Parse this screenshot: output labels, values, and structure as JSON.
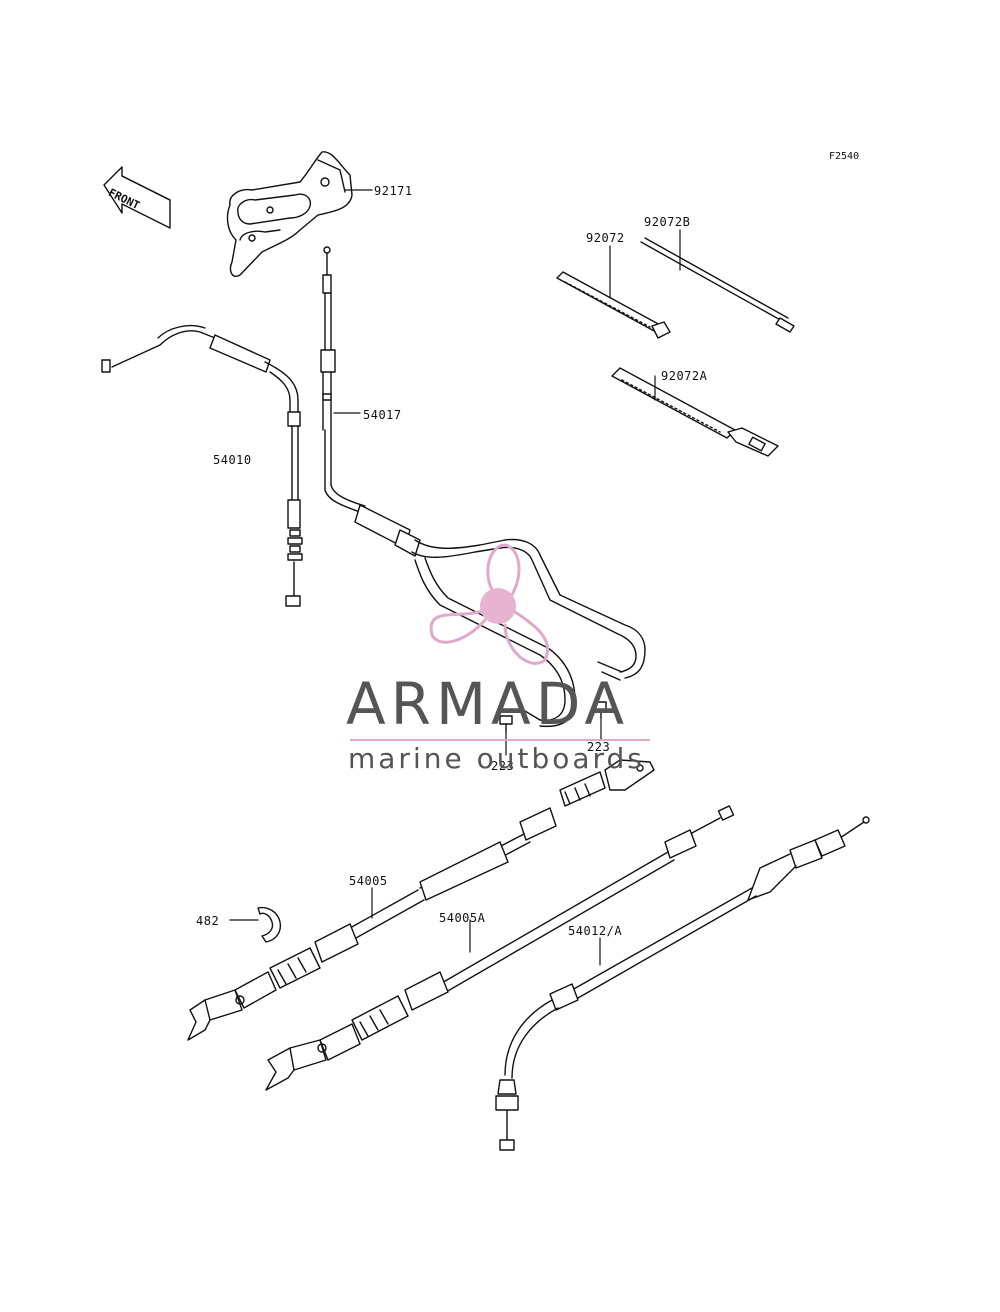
{
  "diagram_code": "F2540",
  "front_arrow_label": "FRONT",
  "parts": {
    "p92171": "92171",
    "p92072B": "92072B",
    "p92072": "92072",
    "p92072A": "92072A",
    "p54017": "54017",
    "p54010": "54010",
    "p223a": "223",
    "p223b": "223",
    "p54005": "54005",
    "p482": "482",
    "p54005A": "54005A",
    "p54012A": "54012/A"
  },
  "watermark": {
    "title": "ARMADA",
    "subtitle": "marine outboards",
    "accent_color": "#e0a9c9",
    "text_color": "#555555"
  },
  "colors": {
    "line": "#111111",
    "background": "#ffffff"
  }
}
